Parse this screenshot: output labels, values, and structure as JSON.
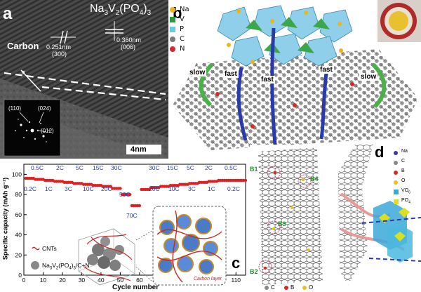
{
  "panel_a": {
    "letter": "a",
    "formula": "Na3V2(PO4)3",
    "carbon_label": "Carbon",
    "d1": "0.251nm",
    "d1_plane": "(300)",
    "d2": "0.360nm",
    "d2_plane": "(006)",
    "saed": [
      "(110)",
      "(024)",
      "(012)"
    ],
    "scale": "4nm"
  },
  "panel_b": {
    "letter": "b",
    "legend": [
      "Na",
      "V",
      "P",
      "C",
      "N"
    ],
    "legend_colors": [
      "#e8b81a",
      "#2a9a3a",
      "#6ac8e8",
      "#7a7a7a",
      "#d62a2a"
    ],
    "arrows": [
      "slow",
      "fast",
      "fast",
      "fast",
      "slow"
    ]
  },
  "panel_c": {
    "letter": "c",
    "ylabel": "Specific capacity (mAh g⁻¹)",
    "xlabel": "Cycle number",
    "legend_cnt": "CNTs",
    "legend_nvp": "Na3V2(PO4)3/C+N",
    "carbon_layer": "Carbon layer",
    "rates_top": [
      "0.5C",
      "2C",
      "5C",
      "15C",
      "30C",
      "30C",
      "15C",
      "5C",
      "2C",
      "0.5C"
    ],
    "rates_bottom": [
      "0.2C",
      "1C",
      "3C",
      "10C",
      "20C",
      "50C",
      "70C",
      "20C",
      "10C",
      "3C",
      "1C",
      "0.2C"
    ]
  },
  "panel_d": {
    "letter": "d",
    "labels": [
      "B1",
      "B4",
      "B3",
      "B2"
    ],
    "legend": [
      "Na",
      "C",
      "B",
      "O",
      "VO6",
      "PO4"
    ],
    "bottom_legend": [
      "C",
      "B",
      "O"
    ]
  },
  "chart_data": {
    "type": "scatter",
    "title": "",
    "xlabel": "Cycle number",
    "ylabel": "Specific capacity (mAh g⁻¹)",
    "xlim": [
      0,
      115
    ],
    "ylim": [
      0,
      110
    ],
    "xticks": [
      0,
      10,
      20,
      30,
      40,
      50,
      60,
      70,
      80,
      90,
      100,
      110
    ],
    "yticks": [
      0,
      20,
      40,
      60,
      80,
      100
    ],
    "segments": [
      {
        "rate": "0.2C",
        "x": [
          1,
          5
        ],
        "y": 96
      },
      {
        "rate": "0.5C",
        "x": [
          6,
          10
        ],
        "y": 95
      },
      {
        "rate": "1C",
        "x": [
          11,
          15
        ],
        "y": 94
      },
      {
        "rate": "2C",
        "x": [
          16,
          20
        ],
        "y": 93
      },
      {
        "rate": "3C",
        "x": [
          21,
          25
        ],
        "y": 92
      },
      {
        "rate": "5C",
        "x": [
          26,
          30
        ],
        "y": 91
      },
      {
        "rate": "10C",
        "x": [
          31,
          35
        ],
        "y": 90
      },
      {
        "rate": "15C",
        "x": [
          36,
          40
        ],
        "y": 89
      },
      {
        "rate": "20C",
        "x": [
          41,
          45
        ],
        "y": 88
      },
      {
        "rate": "30C",
        "x": [
          46,
          50
        ],
        "y": 86
      },
      {
        "rate": "50C",
        "x": [
          51,
          55
        ],
        "y": 80
      },
      {
        "rate": "70C",
        "x": [
          56,
          60
        ],
        "y": 69
      },
      {
        "rate": "30C",
        "x": [
          61,
          65
        ],
        "y": 85
      },
      {
        "rate": "20C",
        "x": [
          66,
          70
        ],
        "y": 87
      },
      {
        "rate": "15C",
        "x": [
          71,
          75
        ],
        "y": 88
      },
      {
        "rate": "10C",
        "x": [
          76,
          80
        ],
        "y": 89
      },
      {
        "rate": "5C",
        "x": [
          81,
          85
        ],
        "y": 90
      },
      {
        "rate": "3C",
        "x": [
          86,
          90
        ],
        "y": 91
      },
      {
        "rate": "2C",
        "x": [
          91,
          95
        ],
        "y": 92
      },
      {
        "rate": "1C",
        "x": [
          96,
          100
        ],
        "y": 93
      },
      {
        "rate": "0.5C",
        "x": [
          101,
          105
        ],
        "y": 94
      },
      {
        "rate": "0.2C",
        "x": [
          106,
          115
        ],
        "y": 94
      }
    ]
  }
}
